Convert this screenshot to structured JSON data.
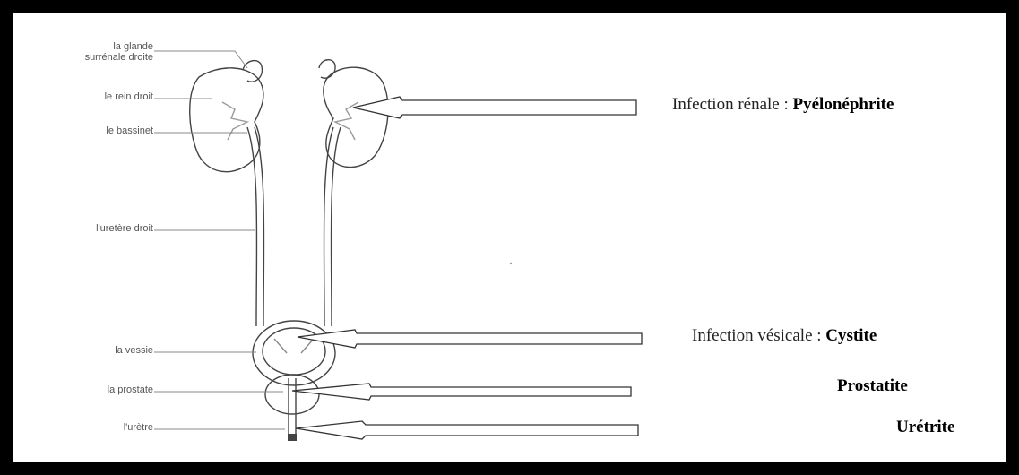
{
  "labels": {
    "glande_line1": "la glande",
    "glande_line2": "surrénale droite",
    "rein": "le rein droit",
    "bassinet": "le bassinet",
    "uretere": "l'uretère droit",
    "vessie": "la vessie",
    "prostate": "la prostate",
    "uretre": "l'urètre"
  },
  "infections": {
    "renale_prefix": "Infection rénale : ",
    "renale_name": "Pyélonéphrite",
    "vesicale_prefix": "Infection vésicale : ",
    "vesicale_name": "Cystite",
    "prostate_name": "Prostatite",
    "uretre_name": "Urétrite"
  },
  "colors": {
    "frame": "#000000",
    "background": "#ffffff",
    "outline": "#444444",
    "leader": "#888888"
  }
}
